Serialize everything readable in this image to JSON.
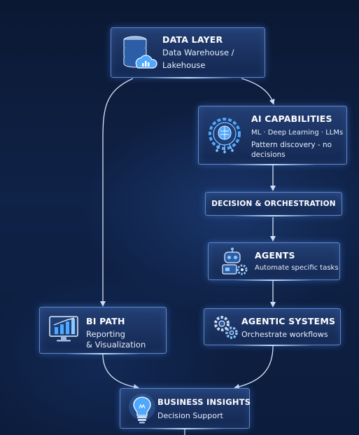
{
  "nodes": {
    "data_layer": {
      "title": "DATA LAYER",
      "line1": "Data Warehouse /",
      "line2": "Lakehouse"
    },
    "ai_capabilities": {
      "title": "AI CAPABILITIES",
      "line1": "ML · Deep Learning · LLMs",
      "line2": "Pattern discovery - no decisions"
    },
    "decision_orchestration": {
      "title": "DECISION & ORCHESTRATION"
    },
    "agents": {
      "title": "AGENTS",
      "line1": "Automate specific tasks"
    },
    "agentic_systems": {
      "title": "AGENTIC SYSTEMS",
      "line1": "Orchestrate workflows"
    },
    "bi_path": {
      "title": "BI PATH",
      "line1": "Reporting",
      "line2": "& Visualization"
    },
    "business_insights": {
      "title": "BUSINESS INSIGHTS",
      "line1": "Decision Support"
    }
  },
  "icons": {
    "data_layer": "database-cloud-icon",
    "ai_capabilities": "brain-chip-icon",
    "agents": "robot-icon",
    "agentic_systems": "gears-icon",
    "bi_path": "bar-chart-monitor-icon",
    "business_insights": "lightbulb-icon"
  },
  "colors": {
    "background": "#0f2247",
    "box_border": "#5f86c7",
    "connector": "#d7e4f7",
    "icon_glow": "#4ea8ff"
  }
}
